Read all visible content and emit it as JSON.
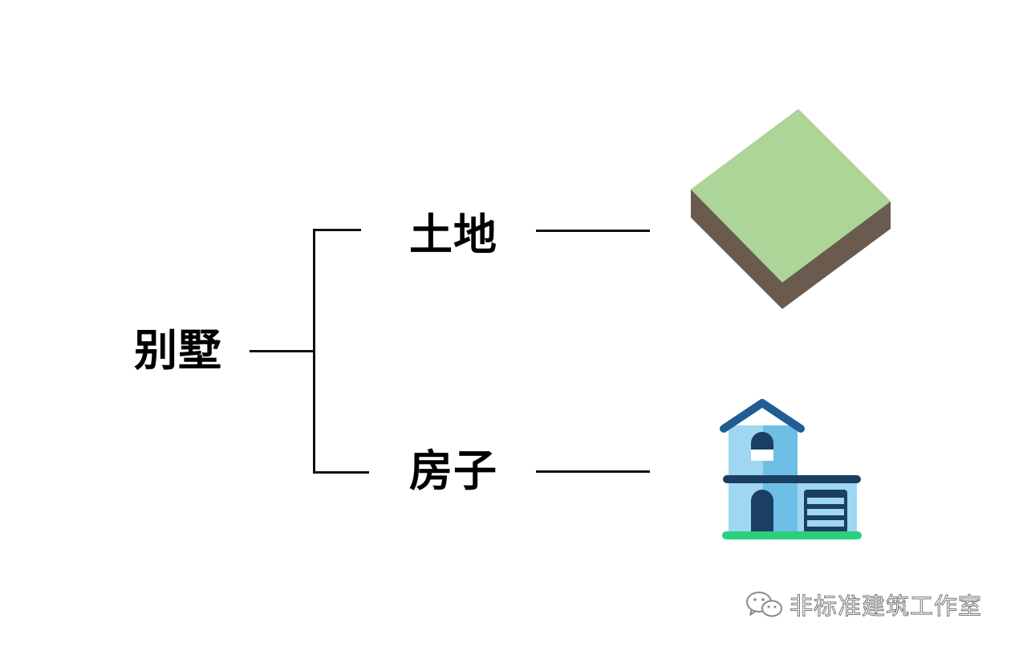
{
  "diagram": {
    "root_label": "别墅",
    "branches": [
      {
        "label": "土地",
        "icon": "land-plot-icon"
      },
      {
        "label": "房子",
        "icon": "house-icon"
      }
    ]
  },
  "watermark": {
    "icon": "wechat-icon",
    "text": "非标准建筑工作室"
  },
  "colors": {
    "land_top": "#acd597",
    "land_side": "#6b5b4e",
    "house_wall": "#6dbfe6",
    "house_roof": "#1f5d93",
    "house_trim": "#1a3f63",
    "ground": "#2bd07b"
  }
}
